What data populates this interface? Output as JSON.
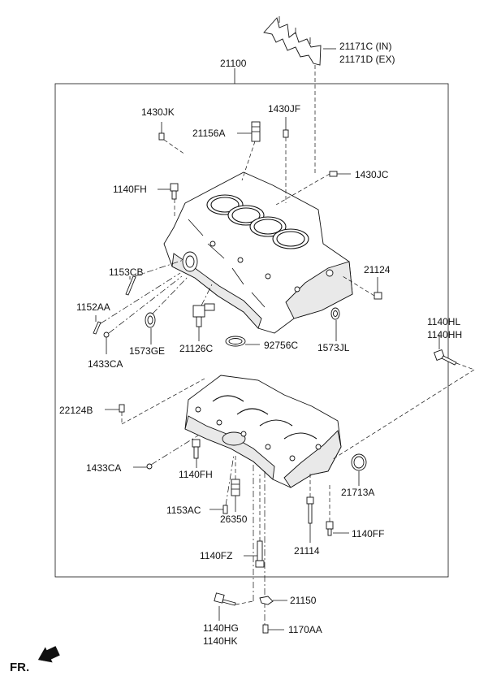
{
  "labels": {
    "gasket_in": "21171C (IN)",
    "gasket_ex": "21171D (EX)",
    "block_assy": "21100",
    "p1430jk": "1430JK",
    "p1430jf": "1430JF",
    "p21156a": "21156A",
    "p1430jc": "1430JC",
    "p1140fh_top": "1140FH",
    "p1153cb": "1153CB",
    "p21124": "21124",
    "p1152aa": "1152AA",
    "p1573ge": "1573GE",
    "p21126c": "21126C",
    "p92756c": "92756C",
    "p1573jl": "1573JL",
    "p1433ca_top": "1433CA",
    "p1140hl": "1140HL",
    "p1140hh": "1140HH",
    "p22124b": "22124B",
    "p1433ca_bottom": "1433CA",
    "p1140fh_bottom": "1140FH",
    "p21713a": "21713A",
    "p1153ac": "1153AC",
    "p26350": "26350",
    "p21114": "21114",
    "p1140ff": "1140FF",
    "p1140fz": "1140FZ",
    "p21150": "21150",
    "p1140hg": "1140HG",
    "p1140hk": "1140HK",
    "p1170aa": "1170AA",
    "front": "FR."
  },
  "colors": {
    "line": "#111111",
    "background": "#ffffff"
  }
}
